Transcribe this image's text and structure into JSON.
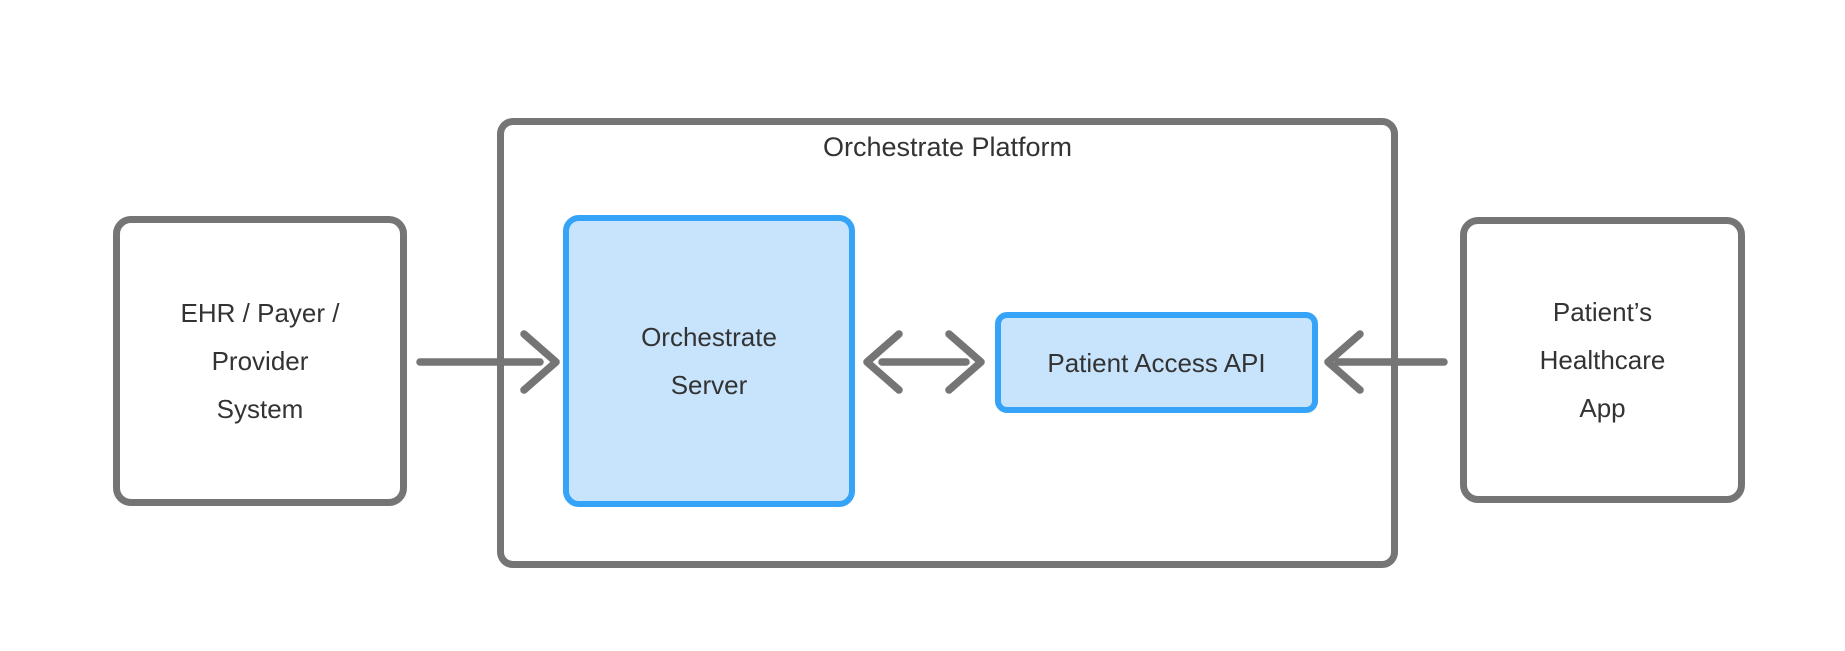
{
  "diagram": {
    "platform": {
      "title": "Orchestrate Platform"
    },
    "nodes": {
      "ehr": {
        "lines": [
          "EHR / Payer /",
          "Provider",
          "System"
        ]
      },
      "server": {
        "lines": [
          "Orchestrate",
          "Server"
        ]
      },
      "api": {
        "label": "Patient Access API"
      },
      "app": {
        "lines": [
          "Patient’s",
          "Healthcare",
          "App"
        ]
      }
    },
    "arrows": [
      {
        "name": "ehr-to-server",
        "direction": "right"
      },
      {
        "name": "server-api",
        "direction": "bidirectional"
      },
      {
        "name": "app-to-api",
        "direction": "left"
      }
    ],
    "colors": {
      "gray": "#757575",
      "blue_border": "#35a3f7",
      "blue_fill": "#c7e4fc",
      "text": "#333333",
      "background": "#ffffff"
    }
  }
}
